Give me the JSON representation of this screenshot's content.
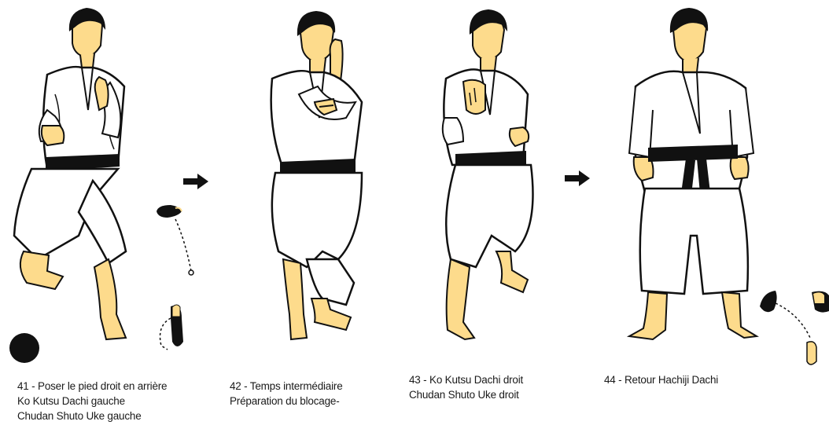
{
  "colors": {
    "skin": "#FDDB8C",
    "ink": "#111111",
    "gi": "#ffffff",
    "belt": "#111111"
  },
  "steps": [
    {
      "caption_lines": [
        "41 - Poser le pied droit en arrière",
        "Ko Kutsu Dachi gauche",
        "Chudan Shuto Uke gauche"
      ]
    },
    {
      "caption_lines": [
        "42 - Temps intermédiaire",
        "Préparation du blocage-"
      ]
    },
    {
      "caption_lines": [
        "43 - Ko Kutsu Dachi droit",
        "Chudan Shuto Uke droit"
      ]
    },
    {
      "caption_lines": [
        "44 - Retour Hachiji Dachi"
      ]
    }
  ],
  "icons": [
    "arrow-right-icon",
    "footprint-icon",
    "dashed-path-icon",
    "ground-marker-icon"
  ]
}
